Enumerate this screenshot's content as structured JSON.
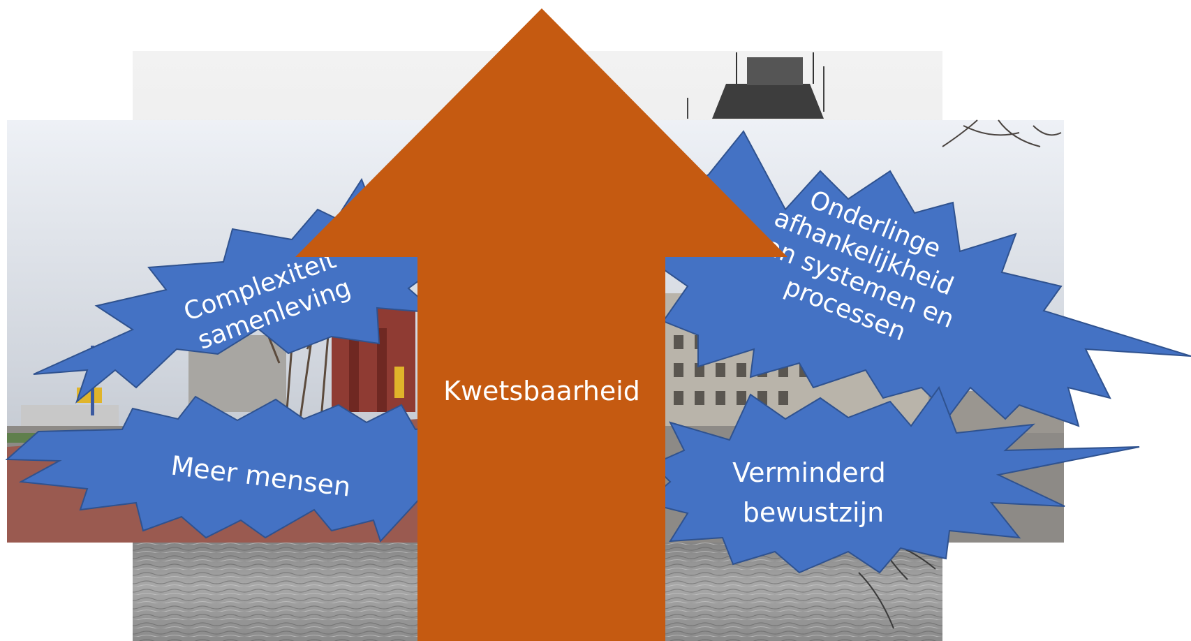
{
  "center_arrow": {
    "label": "Kwetsbaarheid",
    "color": "#C55A11"
  },
  "bursts": [
    {
      "id": "complexiteit",
      "lines": [
        "Complexiteit",
        "samenleving"
      ]
    },
    {
      "id": "onderlinge",
      "lines": [
        "Onderlinge",
        "afhankelijkheid",
        "van systemen en",
        "processen"
      ]
    },
    {
      "id": "meer-mensen",
      "lines": [
        "Meer mensen"
      ]
    },
    {
      "id": "verminderd",
      "lines": [
        "Verminderd",
        "bewustzijn"
      ]
    }
  ],
  "colors": {
    "burst_fill": "#4472C4",
    "burst_stroke": "#2F528F",
    "text": "#FFFFFF"
  },
  "background_photos": [
    "historic-harbour-photo-bw",
    "modern-street-photo-color"
  ]
}
